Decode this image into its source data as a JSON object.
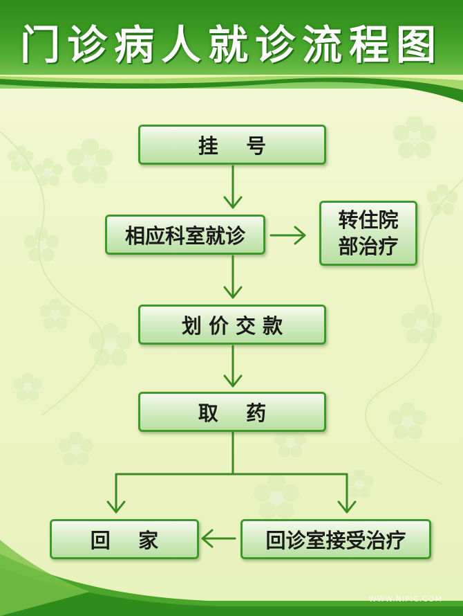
{
  "title": "门诊病人就诊流程图",
  "nodes": {
    "register": "挂    号",
    "department": "相应科室就诊",
    "hospitalize": "转住院部治疗",
    "payment": "划 价 交 款",
    "medicine": "取    药",
    "home": "回    家",
    "followup": "回诊室接受治疗"
  },
  "colors": {
    "arrow": "#3a8a23",
    "box_border": "#3d9a2a",
    "header": "#2e8b1c"
  },
  "watermark": "WWW.NIPIC.COM"
}
